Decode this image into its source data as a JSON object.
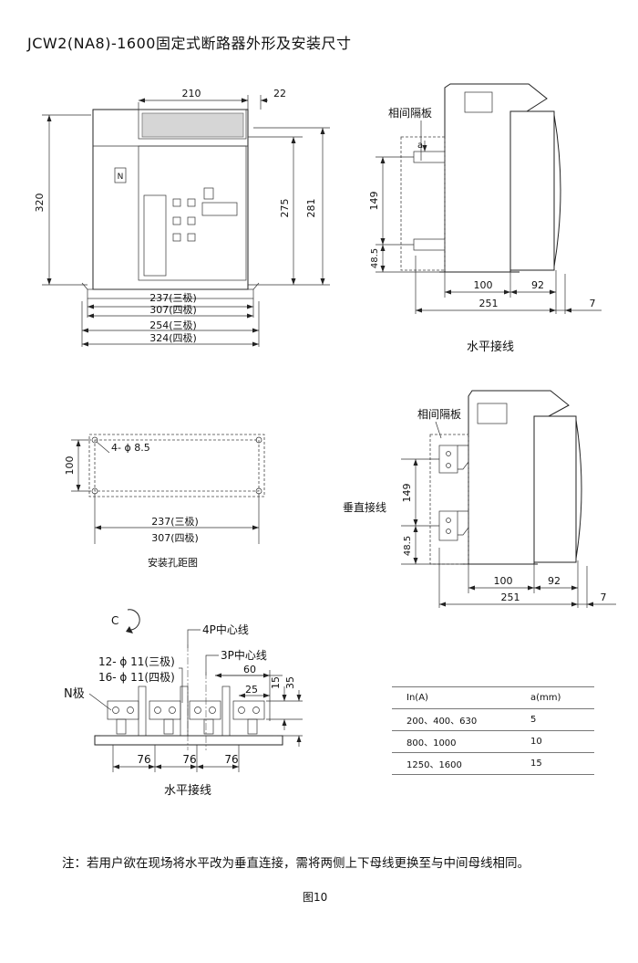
{
  "title": "JCW2(NA8)-1600固定式断路器外形及安装尺寸",
  "front_view": {
    "dim_width_top": "210",
    "dim_offset_top": "22",
    "dim_height_left": "320",
    "dim_height_right_a": "275",
    "dim_height_right_b": "281",
    "dim_w1": "237(三极)",
    "dim_w2": "307(四极)",
    "dim_w3": "254(三极)",
    "dim_w4": "324(四极)",
    "n_label": "N"
  },
  "side_view_horizontal": {
    "barrier_label": "相间隔板",
    "a_label": "a",
    "dim_149": "149",
    "dim_48_5": "48.5",
    "dim_100": "100",
    "dim_92": "92",
    "dim_251": "251",
    "dim_7": "7",
    "caption": "水平接线"
  },
  "side_view_vertical": {
    "barrier_label": "相间隔板",
    "side_label": "垂直接线",
    "dim_149": "149",
    "dim_48_5": "48.5",
    "dim_100": "100",
    "dim_92": "92",
    "dim_251": "251",
    "dim_7": "7"
  },
  "mounting": {
    "dim_100": "100",
    "hole_label": "4- ϕ 8.5",
    "dim_w1": "237(三极)",
    "dim_w2": "307(四极)",
    "caption": "安装孔距图"
  },
  "terminals": {
    "c_label": "C",
    "center_4p": "4P中心线",
    "center_3p": "3P中心线",
    "holes_3p": "12- ϕ 11(三极)",
    "holes_4p": "16- ϕ 11(四极)",
    "n_pole": "N极",
    "dim_60": "60",
    "dim_25": "25",
    "dim_15": "15",
    "dim_35": "35",
    "pitch": [
      "76",
      "76",
      "76"
    ],
    "caption": "水平接线"
  },
  "table": {
    "header": [
      "In(A)",
      "a(mm)"
    ],
    "rows": [
      [
        "200、400、630",
        "5"
      ],
      [
        "800、1000",
        "10"
      ],
      [
        "1250、1600",
        "15"
      ]
    ]
  },
  "note": "注：若用户欲在现场将水平改为垂直连接，需将两侧上下母线更换至与中间母线相同。",
  "figure_label": "图10"
}
